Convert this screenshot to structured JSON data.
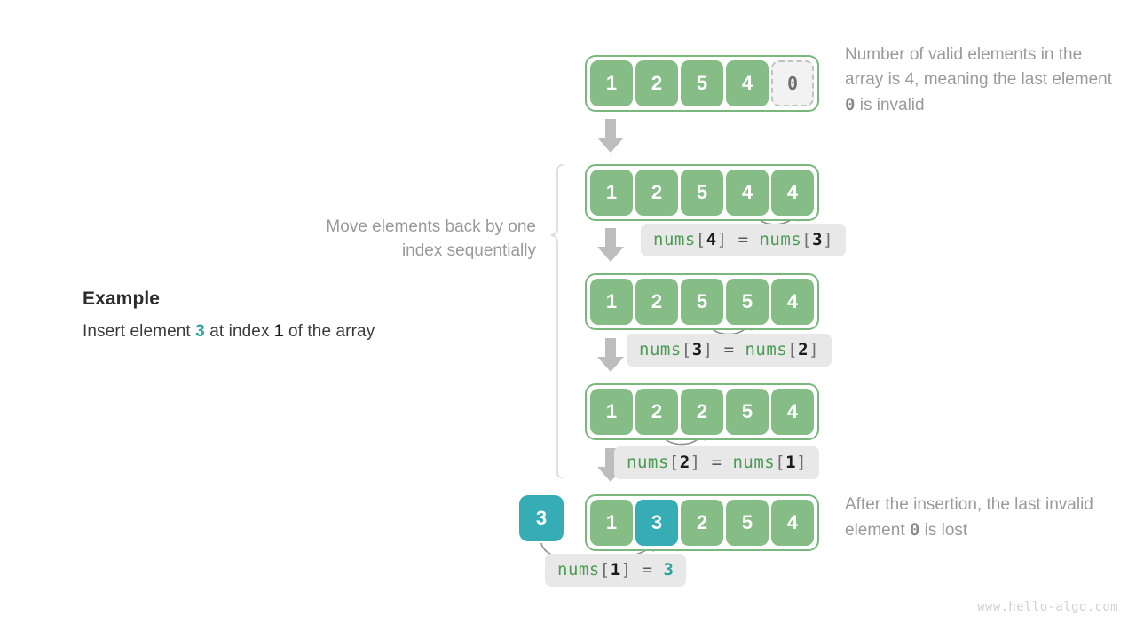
{
  "example": {
    "title": "Example",
    "desc_prefix": "Insert element ",
    "desc_value": "3",
    "desc_mid": " at index ",
    "desc_index": "1",
    "desc_suffix": " of the array"
  },
  "move_caption": "Move elements back by one index sequentially",
  "notes": {
    "top_part1": "Number of valid elements in the array is 4, meaning the last element ",
    "top_zero": "0",
    "top_part2": " is invalid",
    "bottom_part1": "After the insertion, the last invalid element ",
    "bottom_zero": "0",
    "bottom_part2": " is lost"
  },
  "rows": [
    {
      "name": "initial-array",
      "values": [
        "1",
        "2",
        "5",
        "4",
        "0"
      ],
      "invalid_index": 4,
      "highlight_index": null
    },
    {
      "name": "array-step-1",
      "values": [
        "1",
        "2",
        "5",
        "4",
        "4"
      ],
      "invalid_index": null,
      "highlight_index": null
    },
    {
      "name": "array-step-2",
      "values": [
        "1",
        "2",
        "5",
        "5",
        "4"
      ],
      "invalid_index": null,
      "highlight_index": null
    },
    {
      "name": "array-step-3",
      "values": [
        "1",
        "2",
        "2",
        "5",
        "4"
      ],
      "invalid_index": null,
      "highlight_index": null
    },
    {
      "name": "array-final",
      "values": [
        "1",
        "3",
        "2",
        "5",
        "4"
      ],
      "invalid_index": null,
      "highlight_index": 1
    }
  ],
  "insert_value": "3",
  "code_labels": [
    {
      "name": "assign-4-3",
      "lhs_name": "nums",
      "lhs_index": "4",
      "op": "=",
      "rhs_name": "nums",
      "rhs_index": "3",
      "rhs_value": null
    },
    {
      "name": "assign-3-2",
      "lhs_name": "nums",
      "lhs_index": "3",
      "op": "=",
      "rhs_name": "nums",
      "rhs_index": "2",
      "rhs_value": null
    },
    {
      "name": "assign-2-1",
      "lhs_name": "nums",
      "lhs_index": "2",
      "op": "=",
      "rhs_name": "nums",
      "rhs_index": "1",
      "rhs_value": null
    },
    {
      "name": "assign-1-value",
      "lhs_name": "nums",
      "lhs_index": "1",
      "op": "=",
      "rhs_name": null,
      "rhs_index": null,
      "rhs_value": "3"
    }
  ],
  "watermark": "www.hello-algo.com",
  "colors": {
    "green_cell": "#86bd86",
    "green_border": "#79b77d",
    "teal": "#36acb4",
    "teal_text": "#2aa5a0",
    "gray_arrow": "#b8b8b8",
    "note_text": "#9a9a9a",
    "chip_bg": "#e8e8e8"
  }
}
